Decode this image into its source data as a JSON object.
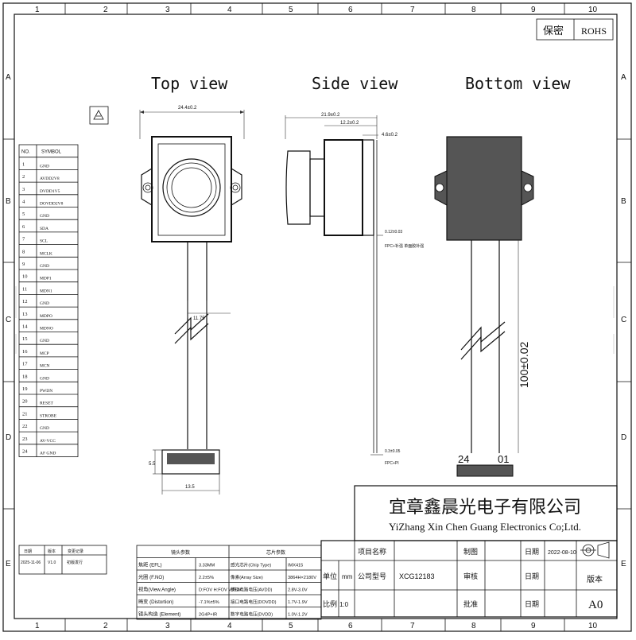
{
  "frame": {
    "col_numbers": [
      "1",
      "2",
      "3",
      "4",
      "5",
      "6",
      "7",
      "8",
      "9",
      "10"
    ],
    "row_letters": [
      "A",
      "B",
      "C",
      "D",
      "E"
    ]
  },
  "stamp": {
    "secret": "保密",
    "rohs": "ROHS"
  },
  "views": {
    "top": "Top view",
    "side": "Side view",
    "bottom": "Bottom view"
  },
  "dims": {
    "top_width": "24.4±0.2",
    "side_total": "21.9±0.2",
    "side_barrel": "12.2±0.2",
    "side_thick": "4.6±0.2",
    "fpc_ref1": "0.12±0.03",
    "fpc_note1": "FPC+补强 单面胶补强",
    "fpc_width": "11.75",
    "fpc_ref2": "0.3±0.05",
    "fpc_note2": "FPC+PI",
    "conn_h": "5.5",
    "conn_w": "13.5",
    "length": "100±0.02",
    "pin_first": "24",
    "pin_last": "01"
  },
  "pin_table": {
    "headers": [
      "NO.",
      "SYMBOL"
    ],
    "rows": [
      [
        "1",
        "GND"
      ],
      [
        "2",
        "AVDD2V8"
      ],
      [
        "3",
        "DVDD1V5"
      ],
      [
        "4",
        "DOVDD2V8"
      ],
      [
        "5",
        "GND"
      ],
      [
        "6",
        "SDA"
      ],
      [
        "7",
        "SCL"
      ],
      [
        "8",
        "MCLK"
      ],
      [
        "9",
        "GND"
      ],
      [
        "10",
        "MDP1"
      ],
      [
        "11",
        "MDN1"
      ],
      [
        "12",
        "GND"
      ],
      [
        "13",
        "MDPO"
      ],
      [
        "14",
        "MDNO"
      ],
      [
        "15",
        "GND"
      ],
      [
        "16",
        "MCP"
      ],
      [
        "17",
        "MCN"
      ],
      [
        "18",
        "GND"
      ],
      [
        "19",
        "PWDN"
      ],
      [
        "20",
        "RESET"
      ],
      [
        "21",
        "STROBE"
      ],
      [
        "22",
        "GND"
      ],
      [
        "23",
        "AV-VCC"
      ],
      [
        "24",
        "AF GND"
      ]
    ]
  },
  "company": {
    "name_cn": "宜章鑫晨光电子有限公司",
    "name_en": "YiZhang Xin Chen Guang Electronics Co;Ltd."
  },
  "revision": {
    "headers": [
      "日期",
      "版本",
      "变更记录"
    ],
    "row": [
      "2025-11-06",
      "V1.0",
      "初版发行"
    ]
  },
  "lens_params": {
    "title": "镜头参数",
    "rows": [
      [
        "焦距 (EFL)",
        "3.33MM"
      ],
      [
        "光圈 (F.NO)",
        "2.2±5%"
      ],
      [
        "视角(View.Angle)",
        "D:FOV H:FOV V:FOV"
      ],
      [
        "畸变 (Distortion)",
        "-7.1%±5%"
      ],
      [
        "镜头构造 (Element)",
        "2G4P+IR"
      ]
    ]
  },
  "chip_params": {
    "title": "芯片参数",
    "rows": [
      [
        "感光芯片(Chip Type)",
        "IMX415"
      ],
      [
        "像素(Array Size)",
        "3864H×2180V"
      ],
      [
        "模拟电路电压(AVDD)",
        "2.8V-3.0V"
      ],
      [
        "接口电路电压(DOVDD)",
        "1.7V-1.9V"
      ],
      [
        "数字电路电压(DVDD)",
        "1.0V-1.2V"
      ]
    ]
  },
  "title_block": {
    "unit_label": "单位",
    "unit_value": "mm",
    "scale_label": "比例",
    "scale_value": "1:0",
    "project_label": "项目名称",
    "model_label": "公司型号",
    "model_value": "XCG12183",
    "drawn_label": "制图",
    "review_label": "审核",
    "approve_label": "批准",
    "date_label": "日期",
    "date_value": "2022-08-10",
    "version_label": "版本",
    "version_value": "A0"
  }
}
